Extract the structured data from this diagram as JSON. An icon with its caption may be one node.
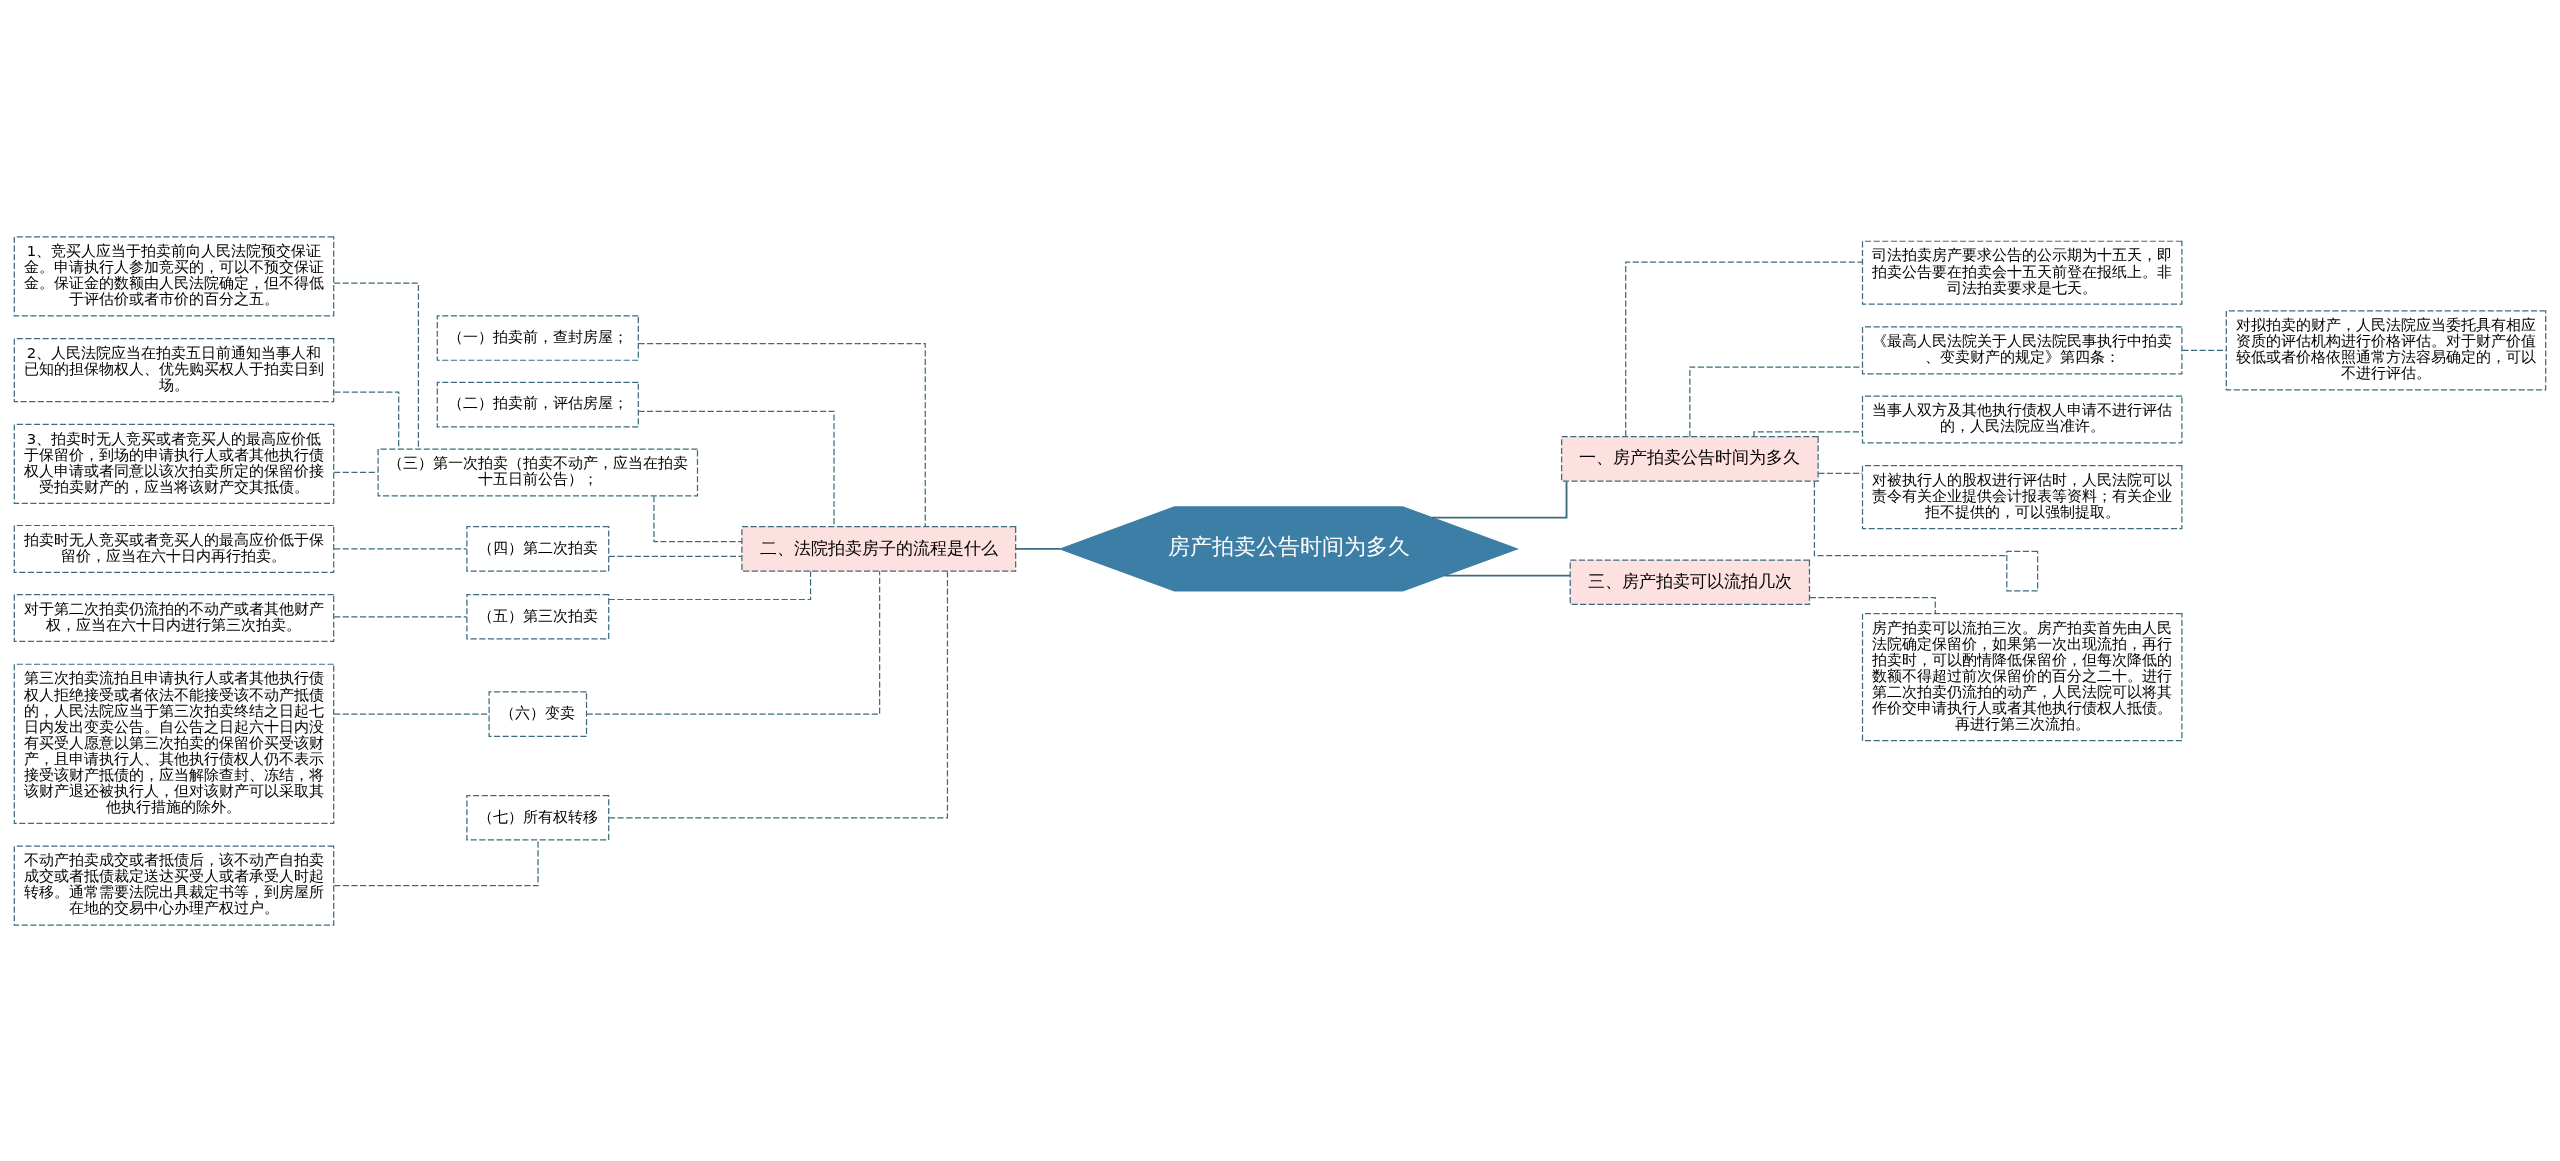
{
  "diagram": {
    "nodes": [
      {
        "text": [
          "房产拍卖公告时间为多久"
        ]
      },
      {
        "text": [
          "一、房产拍卖公告时间为多久"
        ]
      },
      {
        "text": [
          "司法拍卖房产要求公告的公示期为十五天，即拍卖公告要在拍卖会十五天前登在报纸上。非司法拍卖要求是七天。"
        ]
      },
      {
        "text": [
          "《最高人民法院关于人民法院民事执行中拍卖、变卖财产的规定》第四条："
        ]
      },
      {
        "text": [
          "对拟拍卖的财产，人民法院应当委托具有相应资质的评估机构进行价格评估。对于财产价值较低或者价格依照通常方法容易确定的，可以不进行评估。"
        ]
      },
      {
        "text": [
          "当事人双方及其他执行债权人申请不进行评估的，人民法院应当准许。"
        ]
      },
      {
        "text": [
          "对被执行人的股权进行评估时，人民法院可以责令有关企业提供会计报表等资料；有关企业拒不提供的，可以强制提取。"
        ]
      },
      {
        "text": [],
        "shape": "box"
      },
      {
        "text": [
          "三、房产拍卖可以流拍几次"
        ]
      },
      {
        "text": [
          "房产拍卖可以流拍三次。房产拍卖首先由人民法院确定保留价，如果第一次出现流拍，再行拍卖时，可以酌情降低保留价，但每次降低的数额不得超过前次保留价的百分之二十。进行第二次拍卖仍流拍的动产，人民法院可以将其作价交申请执行人或者其他执行债权人抵债。再进行第三次流拍。"
        ]
      },
      {
        "text": [
          "二、法院拍卖房子的流程是什么"
        ]
      },
      {
        "text": [
          "（一）拍卖前，查封房屋；"
        ]
      },
      {
        "text": [
          "（二）拍卖前，评估房屋；"
        ]
      },
      {
        "text": [
          "（三）第一次拍卖（拍卖不动产，应当在拍卖十五日前公告）；"
        ]
      },
      {
        "text": [
          "1、竞买人应当于拍卖前向人民法院预交保证金。申请执行人参加竞买的，可以不预交保证金。保证金的数额由人民法院确定，但不得低于评估价或者市价的百分之五。"
        ]
      },
      {
        "text": [
          "2、人民法院应当在拍卖五日前通知当事人和已知的担保物权人、优先购买权人于拍卖日到场。"
        ]
      },
      {
        "text": [
          "3、拍卖时无人竞买或者竞买人的最高应价低于保留价，到场的申请执行人或者其他执行债权人申请或者同意以该次拍卖所定的保留价接受拍卖财产的，应当将该财产交其抵债。"
        ]
      },
      {
        "text": [
          "（四）第二次拍卖"
        ]
      },
      {
        "text": [
          "拍卖时无人竞买或者竞买人的最高应价低于保留价，应当在六十日内再行拍卖。"
        ]
      },
      {
        "text": [
          "（五）第三次拍卖"
        ]
      },
      {
        "text": [
          "对于第二次拍卖仍流拍的不动产或者其他财产权，应当在六十日内进行第三次拍卖。"
        ]
      },
      {
        "text": [
          "（六）变卖"
        ]
      },
      {
        "text": [
          "第三次拍卖流拍且申请执行人或者其他执行债权人拒绝接受或者依法不能接受该不动产抵债的，人民法院应当于第三次拍卖终结之日起七日内发出变卖公告。自公告之日起六十日内没有买受人愿意以第三次拍卖的保留价买受该财产，且申请执行人、其他执行债权人仍不表示接受该财产抵债的，应当解除查封、冻结，将该财产退还被执行人，但对该财产可以采取其他执行措施的除外。"
        ]
      },
      {
        "text": [
          "（七）所有权转移"
        ]
      },
      {
        "text": [
          "不动产拍卖成交或者抵债后，该不动产自拍卖成交或者抵债裁定送达买受人或者承受人时起转移。通常需要法院出具裁定书等，到房屋所在地的交易中心办理产权过户。"
        ]
      }
    ],
    "edges": [
      {
        "from": 0,
        "to": 1,
        "arrow": "none"
      },
      {
        "from": 1,
        "to": 2,
        "arrow": "none",
        "style": "dashed"
      },
      {
        "from": 1,
        "to": 3,
        "arrow": "none",
        "style": "dashed"
      },
      {
        "from": 3,
        "to": 4,
        "arrow": "none",
        "style": "dashed"
      },
      {
        "from": 1,
        "to": 5,
        "arrow": "none",
        "style": "dashed"
      },
      {
        "from": 1,
        "to": 6,
        "arrow": "none",
        "style": "dashed"
      },
      {
        "from": 1,
        "to": 7,
        "arrow": "none",
        "style": "dashed"
      },
      {
        "from": 0,
        "to": 8,
        "arrow": "none"
      },
      {
        "from": 8,
        "to": 9,
        "arrow": "none",
        "style": "dashed"
      },
      {
        "from": 10,
        "to": 0,
        "arrow": "none"
      },
      {
        "from": 11,
        "to": 10,
        "arrow": "none",
        "style": "dashed"
      },
      {
        "from": 12,
        "to": 10,
        "arrow": "none",
        "style": "dashed"
      },
      {
        "from": 13,
        "to": 10,
        "arrow": "none",
        "style": "dashed"
      },
      {
        "from": 14,
        "to": 13,
        "arrow": "none",
        "style": "dashed"
      },
      {
        "from": 15,
        "to": 13,
        "arrow": "none",
        "style": "dashed"
      },
      {
        "from": 16,
        "to": 13,
        "arrow": "none",
        "style": "dashed"
      },
      {
        "from": 17,
        "to": 10,
        "arrow": "none",
        "style": "dashed"
      },
      {
        "from": 18,
        "to": 17,
        "arrow": "none",
        "style": "dashed"
      },
      {
        "from": 19,
        "to": 10,
        "arrow": "none",
        "style": "dashed"
      },
      {
        "from": 20,
        "to": 19,
        "arrow": "none",
        "style": "dashed"
      },
      {
        "from": 21,
        "to": 10,
        "arrow": "none",
        "style": "dashed"
      },
      {
        "from": 22,
        "to": 21,
        "arrow": "none",
        "style": "dashed"
      },
      {
        "from": 23,
        "to": 10,
        "arrow": "none",
        "style": "dashed"
      },
      {
        "from": 24,
        "to": 23,
        "arrow": "none",
        "style": "dashed"
      }
    ]
  }
}
